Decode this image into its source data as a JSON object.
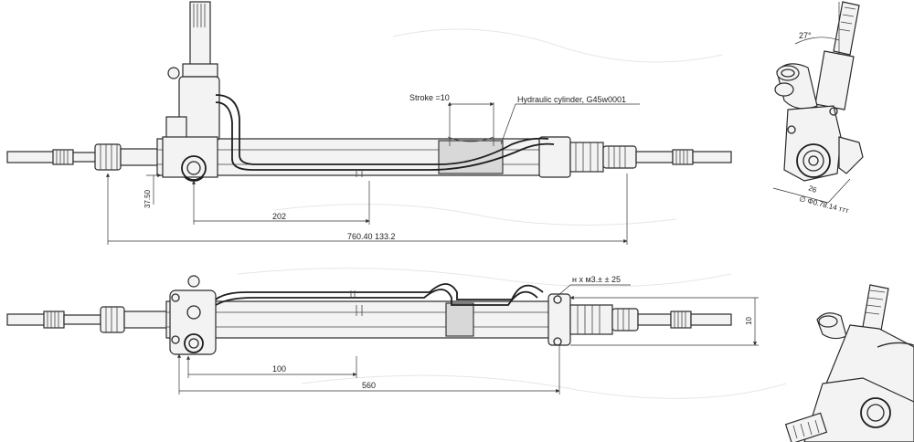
{
  "labels": {
    "stroke": "Stroke =10",
    "hydraulic": "Hydraulic cylinder, G45w0001",
    "dim_3750": "37.50",
    "dim_202": "202",
    "dim_overall": "760.40 133.2",
    "thread": "н х м3.± ± 25",
    "dim_10": "10",
    "dim_100": "100",
    "dim_560": "560",
    "angle": "27°",
    "dim_26": "26",
    "dia": "∅ Φ0.78.14 ттт"
  }
}
